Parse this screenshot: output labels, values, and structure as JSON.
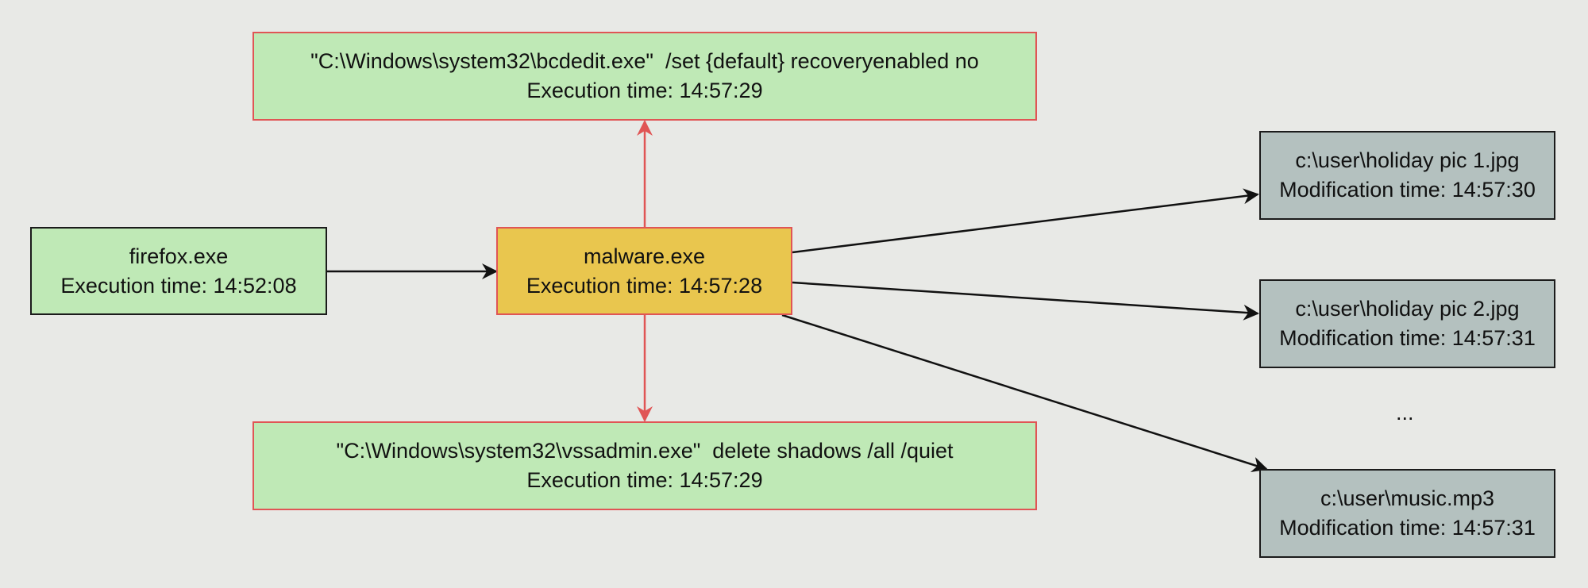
{
  "nodes": {
    "firefox": {
      "name": "firefox.exe",
      "time": "Execution time: 14:52:08"
    },
    "malware": {
      "name": "malware.exe",
      "time": "Execution time: 14:57:28"
    },
    "bcdedit": {
      "name": "\"C:\\Windows\\system32\\bcdedit.exe\"  /set {default} recoveryenabled no",
      "time": "Execution time: 14:57:29"
    },
    "vssadmin": {
      "name": "\"C:\\Windows\\system32\\vssadmin.exe\"  delete shadows /all /quiet",
      "time": "Execution time: 14:57:29"
    },
    "pic1": {
      "name": "c:\\user\\holiday pic 1.jpg",
      "time": "Modification time: 14:57:30"
    },
    "pic2": {
      "name": "c:\\user\\holiday pic 2.jpg",
      "time": "Modification time: 14:57:31"
    },
    "music": {
      "name": "c:\\user\\music.mp3",
      "time": "Modification time: 14:57:31"
    }
  },
  "ellipsis": "...",
  "colors": {
    "background": "#e8e9e6",
    "process_fill": "#bfe9b6",
    "malware_fill": "#e9c64e",
    "file_fill": "#b4c1bf",
    "red_edge": "#e05555",
    "black_edge": "#1b1b1b"
  }
}
